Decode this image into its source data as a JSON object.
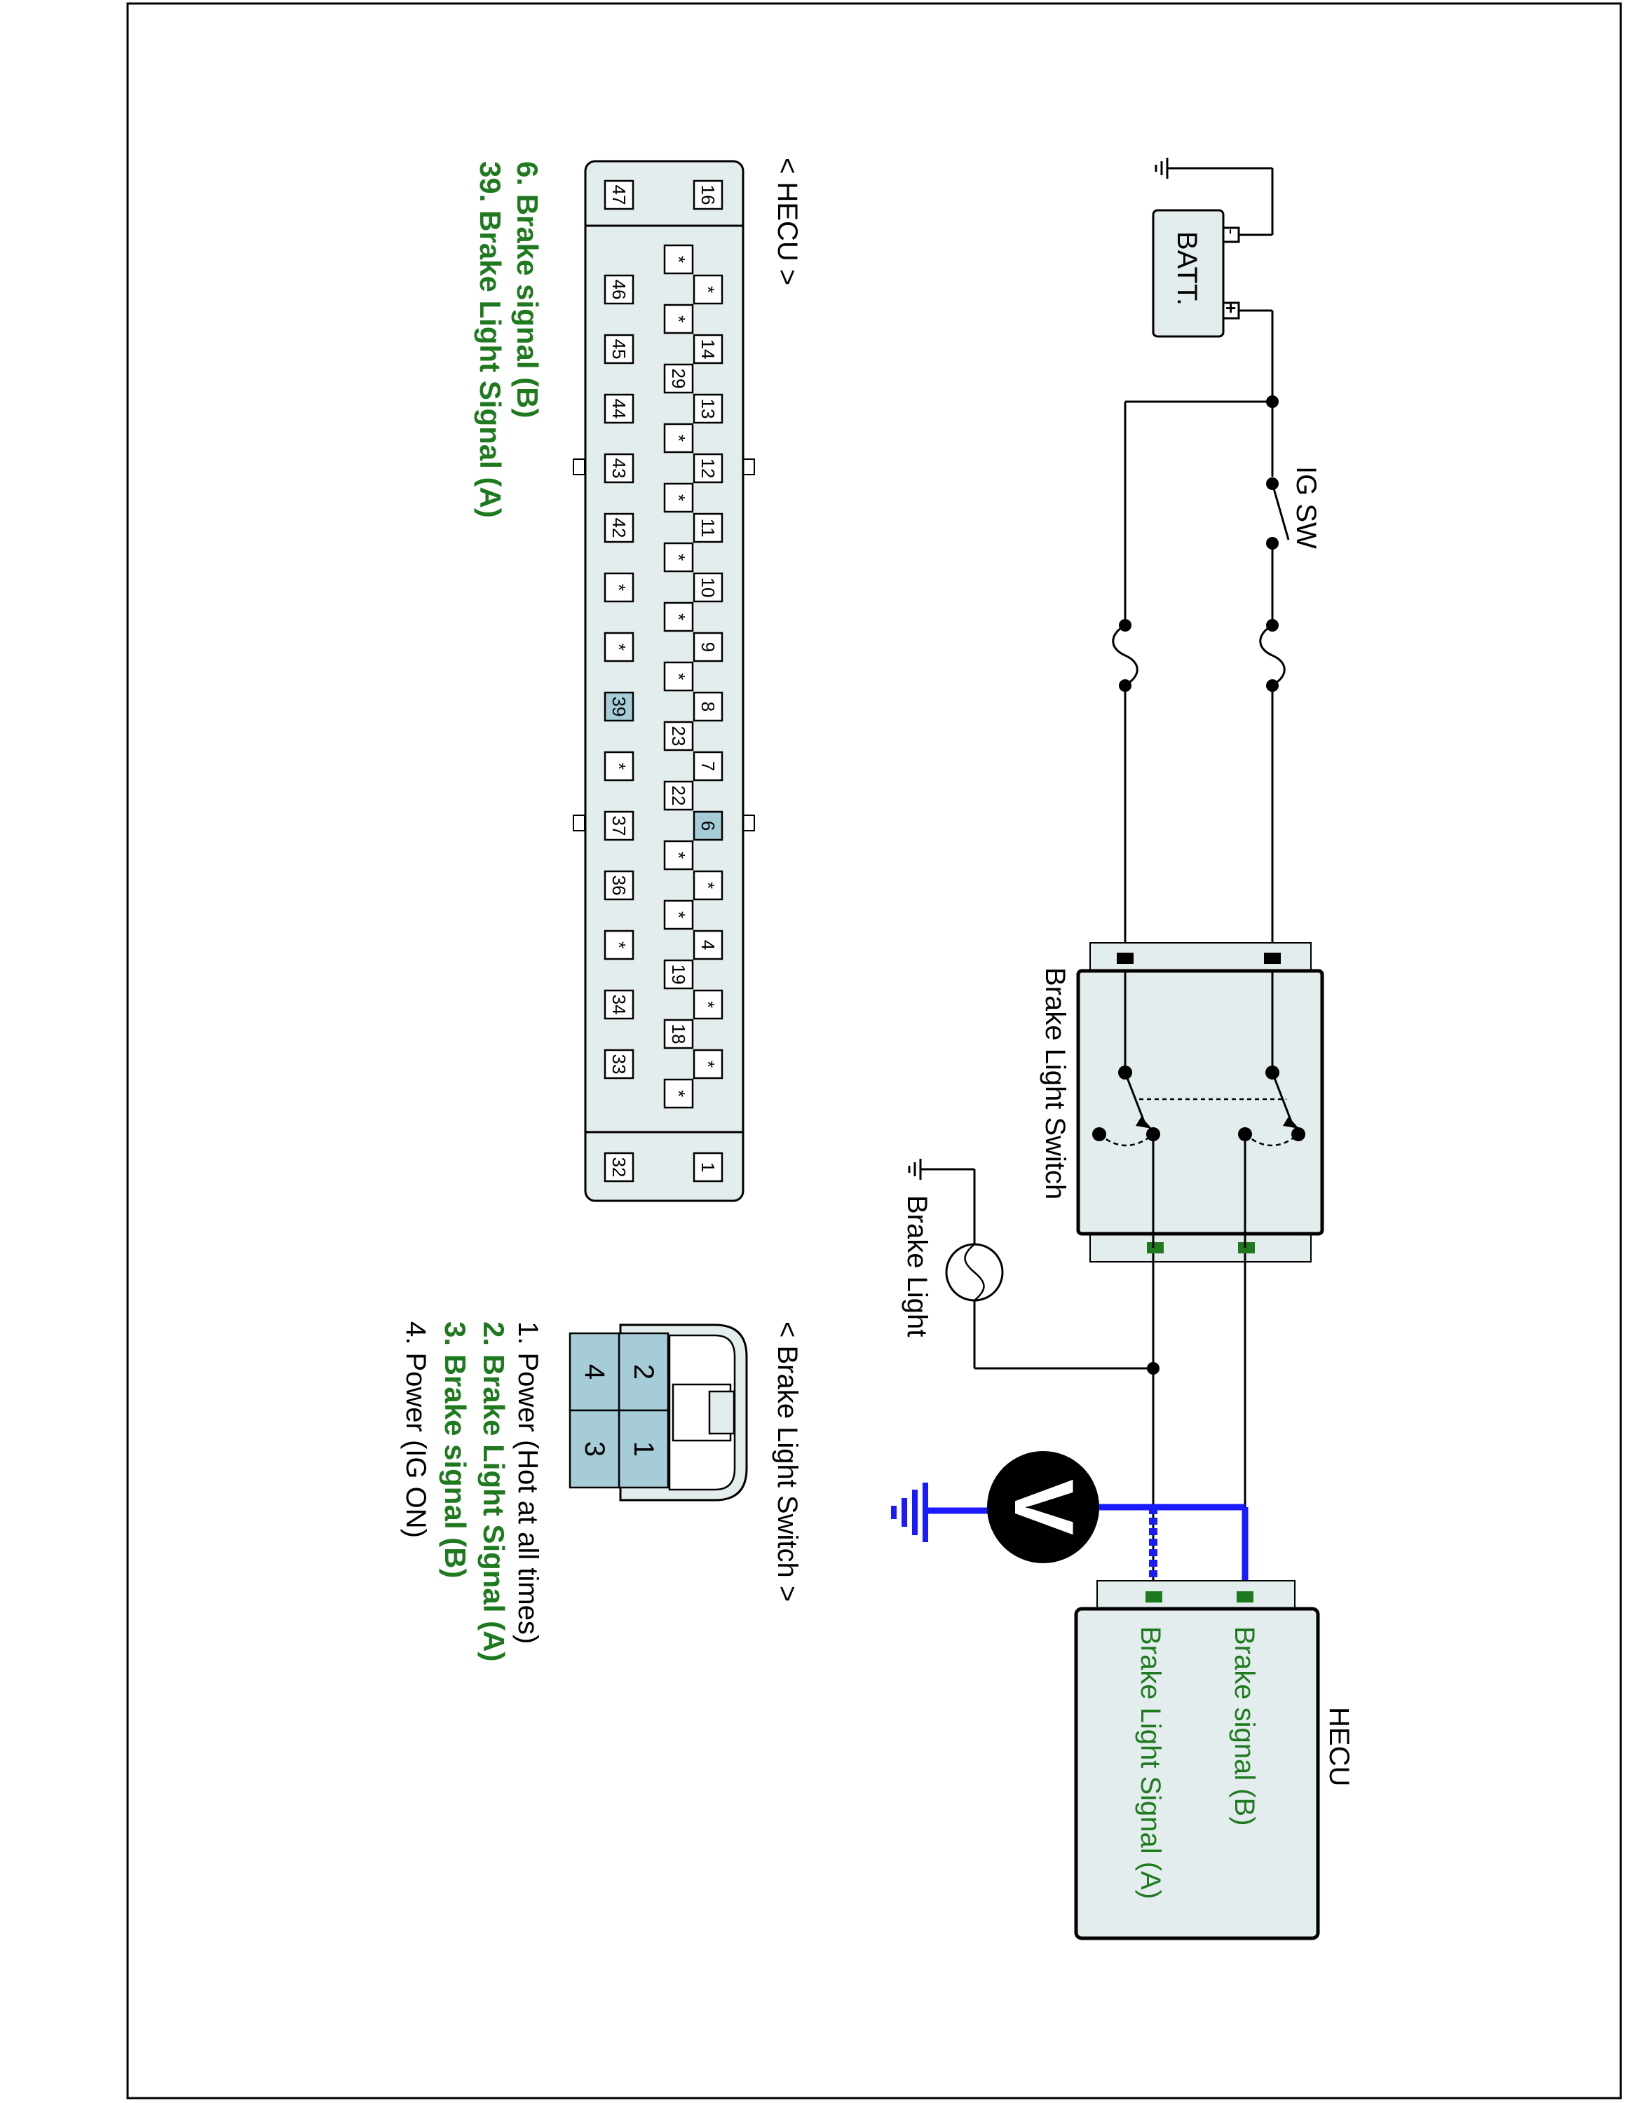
{
  "colors": {
    "accent_green": "#1f7a1f",
    "meter_blue": "#1a1aff",
    "highlight_pin": "#a6cdd7",
    "component_fill": "#e4eded"
  },
  "schematic": {
    "battery_label": "BATT.",
    "battery_minus": "-",
    "battery_plus": "+",
    "ig_switch_label": "IG SW",
    "brake_light_switch_label": "Brake Light Switch",
    "brake_light_label": "Brake Light",
    "voltmeter_symbol": "V",
    "hecu_label": "HECU",
    "hecu_signal_b": "Brake signal (B)",
    "hecu_signal_a": "Brake Light Signal (A)"
  },
  "hecu_connector": {
    "title": "< HECU >",
    "row_a": [
      "16",
      "*",
      "14",
      "13",
      "12",
      "11",
      "10",
      "9",
      "8",
      "7",
      "6",
      "*",
      "4",
      "*",
      "*",
      "1"
    ],
    "row_b": [
      "*",
      "*",
      "29",
      "*",
      "*",
      "*",
      "*",
      "*",
      "23",
      "22",
      "*",
      "*",
      "19",
      "18",
      "*"
    ],
    "row_c": [
      "47",
      "46",
      "45",
      "44",
      "43",
      "42",
      "*",
      "*",
      "39",
      "*",
      "37",
      "36",
      "*",
      "34",
      "33",
      "32"
    ],
    "legend": [
      "6. Brake signal (B)",
      "39. Brake Light Signal (A)"
    ]
  },
  "switch_connector": {
    "title": "< Brake Light Switch >",
    "pins": [
      "2",
      "1",
      "4",
      "3"
    ],
    "legend": [
      "1. Power (Hot at all times)",
      "2. Brake Light Signal (A)",
      "3. Brake signal (B)",
      "4. Power (IG ON)"
    ]
  }
}
